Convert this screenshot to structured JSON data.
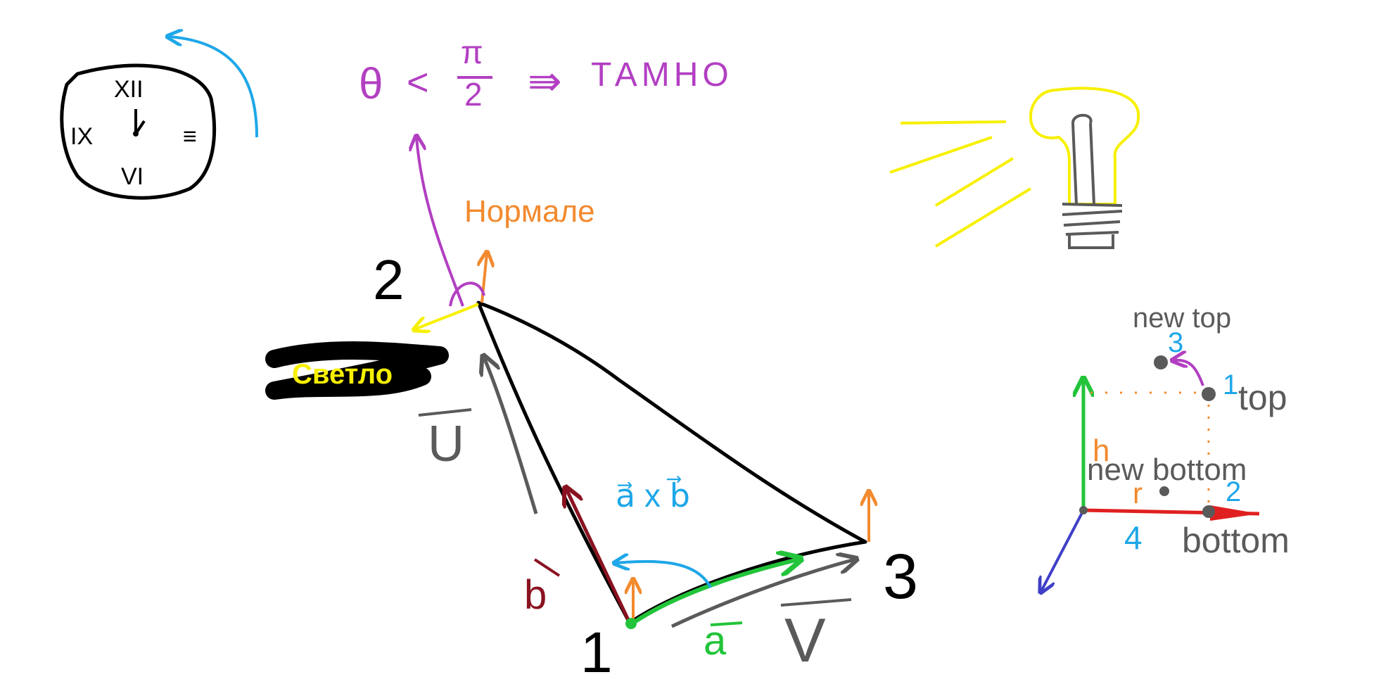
{
  "colors": {
    "black": "#000000",
    "purple": "#b23fc2",
    "orange": "#f28a2e",
    "yellow": "#f7f000",
    "cyan": "#1ea7e8",
    "green": "#22c43a",
    "darkred": "#8a1220",
    "gray": "#5a5a5a",
    "red": "#e02020",
    "blue": "#3f3fc8"
  },
  "formula": {
    "theta": "θ",
    "less": "<",
    "pi": "π",
    "two": "2",
    "implies": "⇛",
    "word": "ТАМНО"
  },
  "labels": {
    "normal": "Нормале",
    "light": "Светло",
    "cross": "a⃗ x b⃗",
    "u": "U",
    "v": "V",
    "a": "a",
    "b": "b",
    "vertex1": "1",
    "vertex2": "2",
    "vertex3": "3"
  },
  "clock": {
    "xii": "XII",
    "ix": "IX",
    "iii": "≡",
    "vi": "VI"
  },
  "cylinder": {
    "new_top": "new top",
    "top": "top",
    "new_bottom": "new bottom",
    "bottom": "bottom",
    "h": "h",
    "r": "r",
    "n1": "1",
    "n2": "2",
    "n3": "3",
    "n4": "4"
  }
}
